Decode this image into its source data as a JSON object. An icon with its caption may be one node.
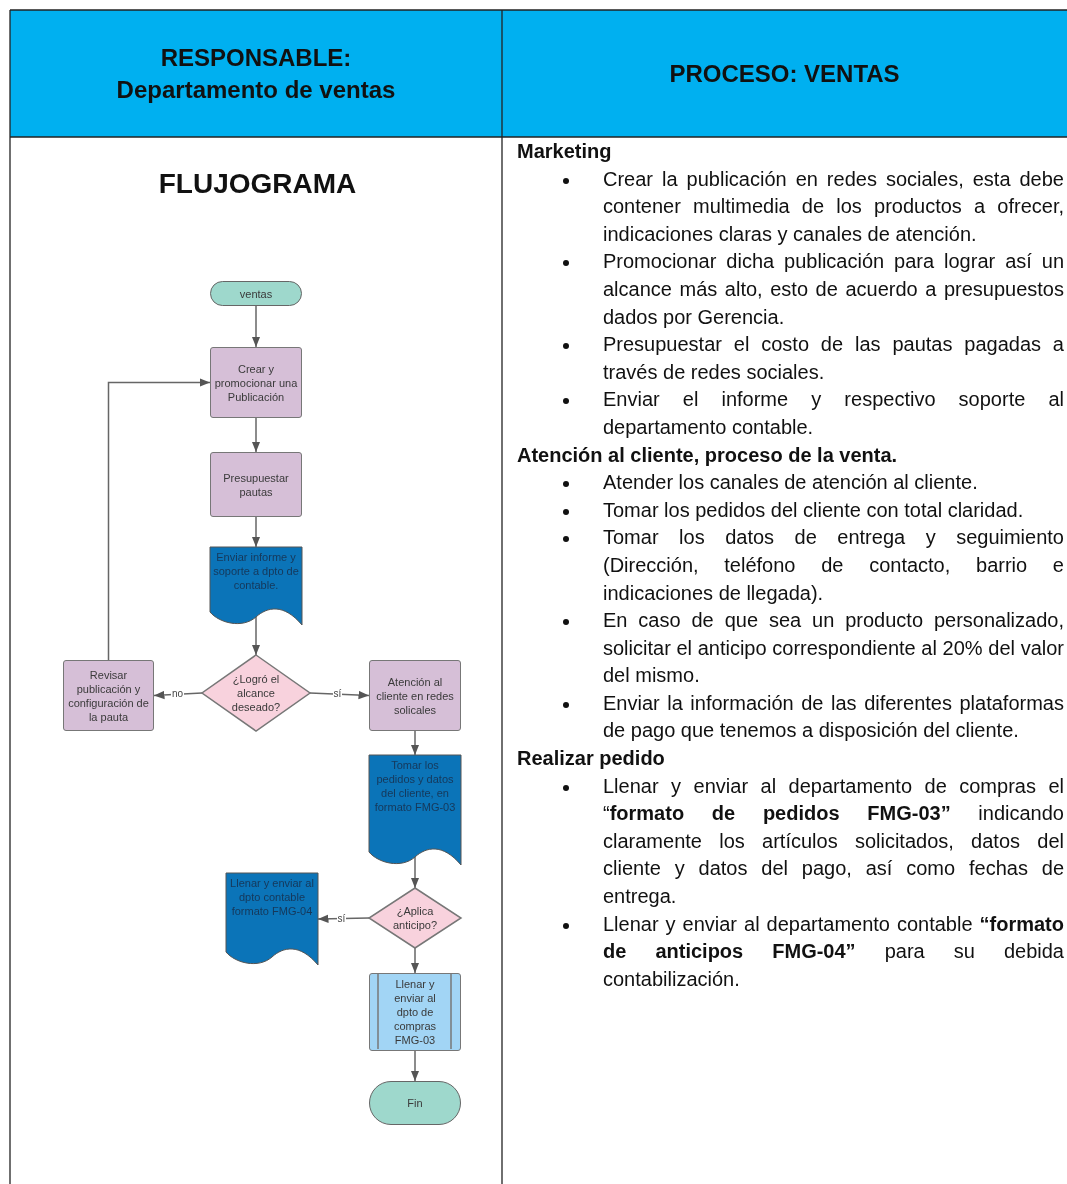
{
  "diagram": {
    "nodes": [
      {
        "text": [
          "ventas"
        ]
      },
      {
        "text": [
          "Crear y promocionar una Publicación"
        ]
      },
      {
        "text": [
          "Presupuestar pautas"
        ]
      },
      {
        "text": [
          "Enviar informe y soporte a dpto de contable."
        ]
      },
      {
        "text": [
          "¿Logró el alcance deseado?"
        ]
      },
      {
        "text": [
          "Revisar publicación y configuración de la pauta"
        ]
      },
      {
        "text": [
          "Atención al cliente en redes solicales"
        ]
      },
      {
        "text": [
          "Tomar los pedidos y datos del cliente, en formato FMG-03"
        ]
      },
      {
        "text": [
          "¿Aplica anticipo?"
        ]
      },
      {
        "text": [
          "Llenar y enviar al dpto contable formato FMG-04"
        ]
      },
      {
        "text": [
          "Llenar y enviar al dpto de compras FMG-03"
        ]
      },
      {
        "text": [
          "Fin"
        ]
      }
    ],
    "edges": [
      {
        "from": 0,
        "to": 1,
        "arrow": "to"
      },
      {
        "from": 1,
        "to": 2,
        "arrow": "to"
      },
      {
        "from": 2,
        "to": 3,
        "arrow": "to"
      },
      {
        "from": 3,
        "to": 4,
        "arrow": "to"
      },
      {
        "from": 4,
        "to": 5,
        "arrow": "to",
        "label": "no"
      },
      {
        "from": 4,
        "to": 6,
        "arrow": "to",
        "label": "sí"
      },
      {
        "from": 5,
        "to": 1,
        "arrow": "to"
      },
      {
        "from": 6,
        "to": 7,
        "arrow": "to"
      },
      {
        "from": 7,
        "to": 8,
        "arrow": "to"
      },
      {
        "from": 8,
        "to": 9,
        "arrow": "to",
        "label": "sí"
      },
      {
        "from": 8,
        "to": 10,
        "arrow": "to"
      },
      {
        "from": 10,
        "to": 11,
        "arrow": "to"
      }
    ],
    "labels": [
      "RESPONSABLE: Departamento de ventas",
      "PROCESO: VENTAS",
      "FLUJOGRAMA",
      "Marketing",
      "Crear la publicación en redes sociales, esta debe contener multimedia de los productos a ofrecer, indicaciones claras y canales de atención.",
      "Promocionar dicha publicación para lograr así un alcance más alto, esto de acuerdo a presupuestos dados por Gerencia.",
      "Presupuestar el costo de las pautas pagadas a través de redes sociales.",
      "Enviar el informe y respectivo soporte al departamento contable.",
      "Atención al cliente, proceso de la venta.",
      "Atender los canales de atención al cliente.",
      "Tomar los pedidos del cliente con total claridad.",
      "Tomar los datos de entrega y seguimiento (Dirección, teléfono de contacto, barrio e indicaciones de llegada).",
      "En caso de que sea un producto personalizado, solicitar el anticipo correspondiente al 20% del valor del mismo.",
      "Enviar la información de las diferentes plataformas de pago que tenemos a disposición del cliente.",
      "Realizar pedido",
      "Llenar y enviar al departamento de compras el “**formato de pedidos FMG-03”** indicando claramente los artículos solicitados, datos del cliente y datos del pago, así como fechas de entrega.",
      "Llenar y enviar al departamento contable **“formato de anticipos FMG-04”** para su debida contabilización."
    ]
  }
}
